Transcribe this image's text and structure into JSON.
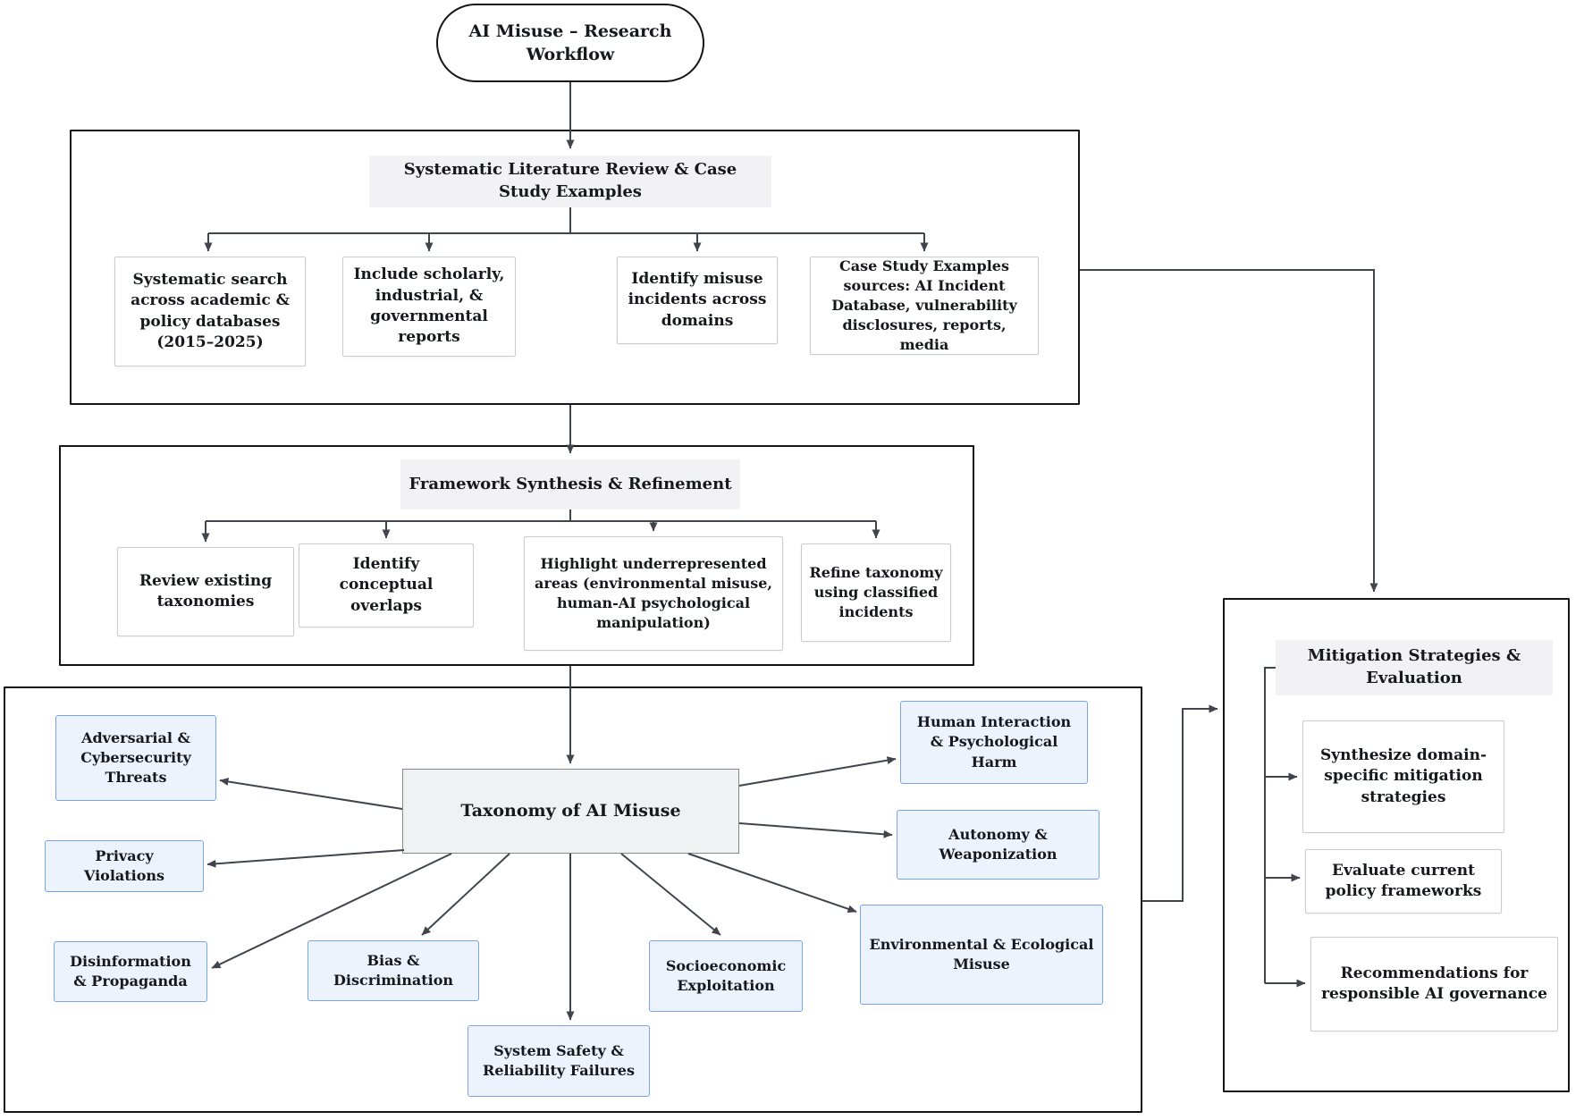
{
  "diagram": {
    "root_label": "AI Misuse – Research Workflow",
    "colors": {
      "line": "#40454d",
      "container_border": "#141414",
      "header_fill": "#f2f2f4",
      "taxonomy_fill": "#f0f1f3",
      "category_fill": "#edf3fc",
      "category_border": "#79a5e7",
      "child_border": "#c9cccf"
    },
    "sections": {
      "literature": {
        "title": "Systematic Literature Review & Case Study Examples",
        "children": [
          "Systematic search across academic & policy databases (2015–2025)",
          "Include scholarly, industrial, & governmental reports",
          "Identify misuse incidents across domains",
          "Case Study Examples sources: AI Incident Database, vulnerability disclosures, reports, media"
        ]
      },
      "framework": {
        "title": "Framework Synthesis & Refinement",
        "children": [
          "Review existing taxonomies",
          "Identify conceptual overlaps",
          "Highlight underrepresented areas (environmental misuse, human-AI psychological manipulation)",
          "Refine taxonomy using classified incidents"
        ]
      },
      "taxonomy": {
        "center": "Taxonomy of AI Misuse",
        "categories": {
          "adversarial": "Adversarial & Cybersecurity Threats",
          "privacy": "Privacy Violations",
          "disinformation": "Disinformation & Propaganda",
          "bias": "Bias & Discrimination",
          "system_safety": "System Safety & Reliability Failures",
          "socioeconomic": "Socioeconomic Exploitation",
          "environmental": "Environmental & Ecological Misuse",
          "human_interaction": "Human Interaction & Psychological Harm",
          "autonomy": "Autonomy & Weaponization"
        }
      },
      "mitigation": {
        "title": "Mitigation Strategies & Evaluation",
        "children": [
          "Synthesize domain-specific mitigation strategies",
          "Evaluate current policy frameworks",
          "Recommendations for responsible AI governance"
        ]
      }
    }
  }
}
